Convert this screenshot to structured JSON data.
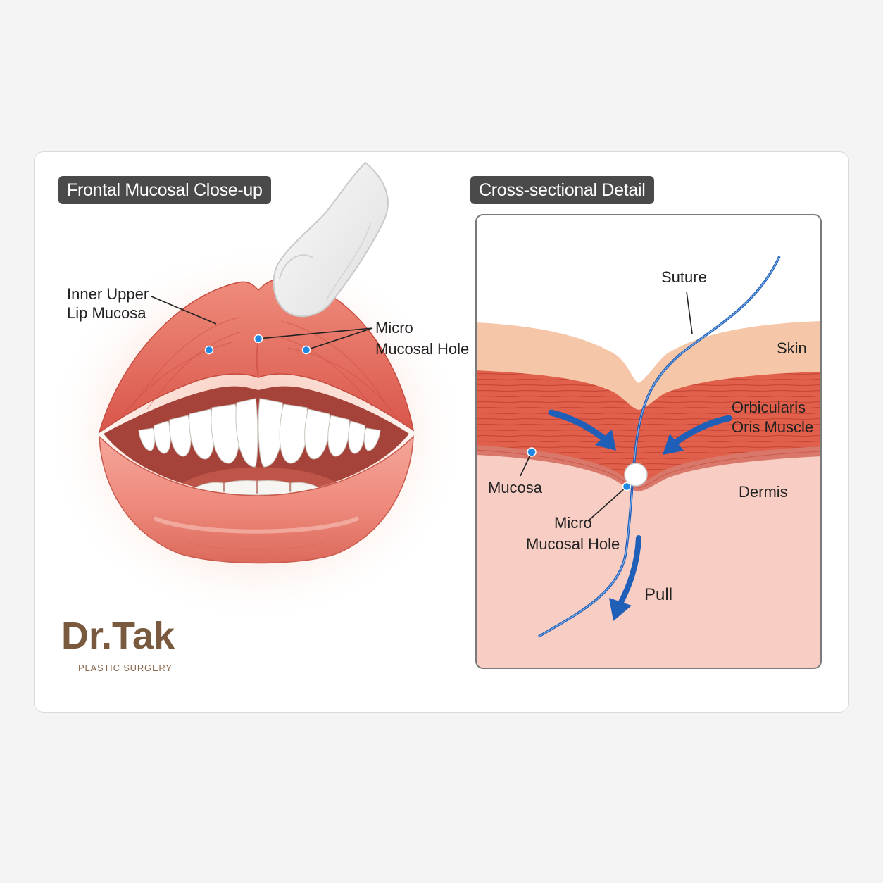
{
  "left_panel": {
    "title": "Frontal Mucosal Close-up",
    "labels": {
      "inner_upper_lip_line1": "Inner Upper",
      "inner_upper_lip_line2": "Lip Mucosa",
      "micro_hole_line1": "Micro",
      "micro_hole_line2": "Mucosal Hole"
    },
    "logo": {
      "wordmark": "Dr.Tak",
      "subtitle": "PLASTIC SURGERY"
    }
  },
  "right_panel": {
    "title": "Cross-sectional Detail",
    "labels": {
      "suture": "Suture",
      "skin": "Skin",
      "muscle_line1": "Orbicularis",
      "muscle_line2": "Oris Muscle",
      "mucosa": "Mucosa",
      "dermis": "Dermis",
      "hole_line1": "Micro",
      "hole_line2": "Mucosal Hole",
      "pull": "Pull"
    }
  },
  "colors": {
    "background": "#f4f4f4",
    "label_pill": "#4a4a4a",
    "lip": "#e8705f",
    "skin_layer": "#f6c6a8",
    "muscle_layer": "#e0604c",
    "dermis_layer": "#f8cdc4",
    "suture_blue": "#1f5fb8",
    "marker_blue": "#1e88e5",
    "logo_brown": "#7a5a3e"
  }
}
